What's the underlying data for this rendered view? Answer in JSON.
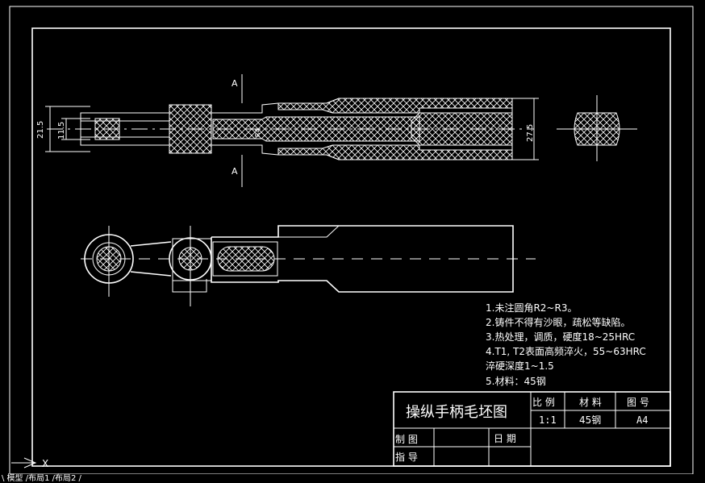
{
  "drawing": {
    "title": "操纵手柄毛坯图",
    "section_label_top": "A",
    "section_label_bottom": "A",
    "dimensions": {
      "left_outer": "21.5",
      "left_inner": "11.5",
      "right_outer": "27.5",
      "small_R": "R4"
    }
  },
  "notes": [
    "1.未注圆角R2~R3。",
    "2.铸件不得有沙眼，疏松等缺陷。",
    "3.热处理，调质，硬度18~25HRC",
    "4.T1, T2表面高频淬火，55~63HRC",
    "淬硬深度1~1.5",
    "5.材料：45钢"
  ],
  "title_block": {
    "headers": {
      "scale": "比 例",
      "material": "材 料",
      "drawing_no": "图 号"
    },
    "values": {
      "scale": "1:1",
      "material": "45钢",
      "drawing_no": "A4"
    },
    "drawn_label": "制 图",
    "guided_label": "指 导",
    "date_label": "日 期"
  },
  "ucs": {
    "axis_label": "X"
  },
  "status": {
    "tabs_text": "\\ 模型 /布局1 /布局2 /"
  }
}
